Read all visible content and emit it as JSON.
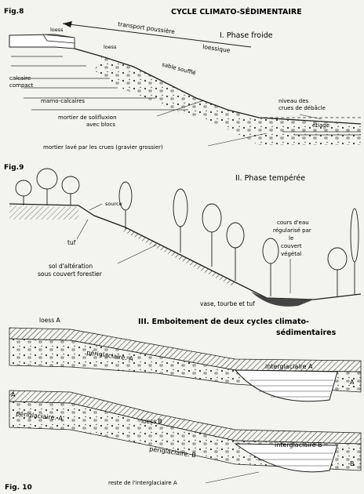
{
  "fig8": {
    "fig_label": "Fig.8",
    "title": "CYCLE  CLIMATO-SÉDIMENTAIRE",
    "phase": "I. Phase froide",
    "labels": {
      "loess_top": "loess",
      "transport_line1": "transport poussière",
      "transport_line2": "loessique",
      "loess_mid": "loess",
      "sable": "sable soufflé",
      "calcaire1": "calcaire",
      "calcaire2": "compact",
      "marno": "marno-calcaires",
      "mortier1": "mortier de solifluxion",
      "mortier2": "avec blocs",
      "niveau1": "niveau des",
      "niveau2": "crues de débâcle",
      "etiage": "étiage",
      "mortier_lave": "mortier lavé par les crues (gravier grossier)"
    }
  },
  "fig9": {
    "fig_label": "Fig.9",
    "phase": "II. Phase tempérée",
    "labels": {
      "source": "source",
      "tuf": "tuf",
      "cours1": "cours d'eau",
      "cours2": "régularisé par",
      "cours3": "le",
      "cours4": "couvert",
      "cours5": "végétal",
      "sol1": "sol d'altération",
      "sol2": "sous couvert forestier",
      "vase": "vase, tourbe et tuf"
    }
  },
  "fig10": {
    "fig_label": "Fig. 10",
    "phase_line1": "III. Emboitement de deux cycles climato-",
    "phase_line2": "sédimentaires",
    "labels": {
      "loess_a": "loess  A",
      "peri_a1": "périglaciaire.  A",
      "inter_a": "interglaciaire A",
      "peri_a2": "périglaciaire.  A",
      "loess_b": "loess  B",
      "peri_b": "périglaciaire.  B",
      "inter_b": "interglaciaire B",
      "reste": "reste de l'interglaciaire A",
      "a_left": "A",
      "a_right": "A",
      "b_right": "B"
    }
  }
}
